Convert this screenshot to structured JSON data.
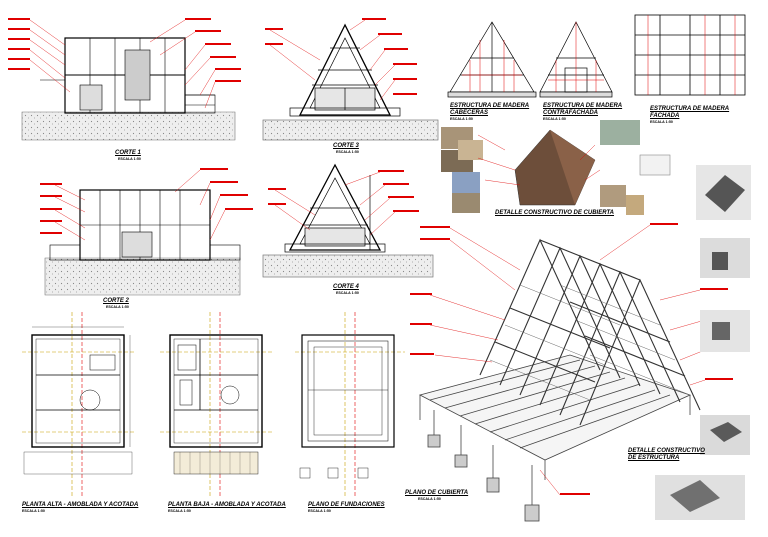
{
  "sheet": {
    "sections": [
      {
        "id": "corte1",
        "title": "CORTE 1",
        "scale": "ESCALA 1:50"
      },
      {
        "id": "corte2",
        "title": "CORTE 2",
        "scale": "ESCALA 1:50"
      },
      {
        "id": "corte3",
        "title": "CORTE 3",
        "scale": "ESCALA 1:50"
      },
      {
        "id": "corte4",
        "title": "CORTE 4",
        "scale": "ESCALA 1:50"
      }
    ],
    "plans": [
      {
        "id": "planta_alta",
        "title": "PLANTA ALTA - AMOBLADA Y ACOTADA",
        "scale": "ESCALA 1:50"
      },
      {
        "id": "planta_baja",
        "title": "PLANTA BAJA - AMOBLADA Y ACOTADA",
        "scale": "ESCALA 1:50"
      },
      {
        "id": "fundaciones",
        "title": "PLANO DE FUNDACIONES",
        "scale": "ESCALA 1:50"
      },
      {
        "id": "cubierta",
        "title": "PLANO DE CUBIERTA",
        "scale": "ESCALA 1:50"
      }
    ],
    "structures": [
      {
        "id": "cabeceras",
        "title_line1": "ESTRUCTURA DE MADERA",
        "title_line2": "CABECERAS",
        "scale": "ESCALA 1:50"
      },
      {
        "id": "contrafachada",
        "title_line1": "ESTRUCTURA DE MADERA",
        "title_line2": "CONTRAFACHADA",
        "scale": "ESCALA 1:50"
      },
      {
        "id": "fachada",
        "title_line1": "ESTRUCTURA DE MADERA",
        "title_line2": "FACHADA",
        "scale": "ESCALA 1:50"
      }
    ],
    "details": [
      {
        "id": "cubierta_detail",
        "title": "DETALLE CONSTRUCTIVO DE CUBIERTA"
      },
      {
        "id": "estructura_detail",
        "title_line1": "DETALLE CONSTRUCTIVO",
        "title_line2": "DE ESTRUCTURA"
      }
    ],
    "colors": {
      "line": "#000000",
      "annotation": "#e00000",
      "grid": "#c8a000",
      "photo_bg": "#8a7d6a"
    }
  }
}
